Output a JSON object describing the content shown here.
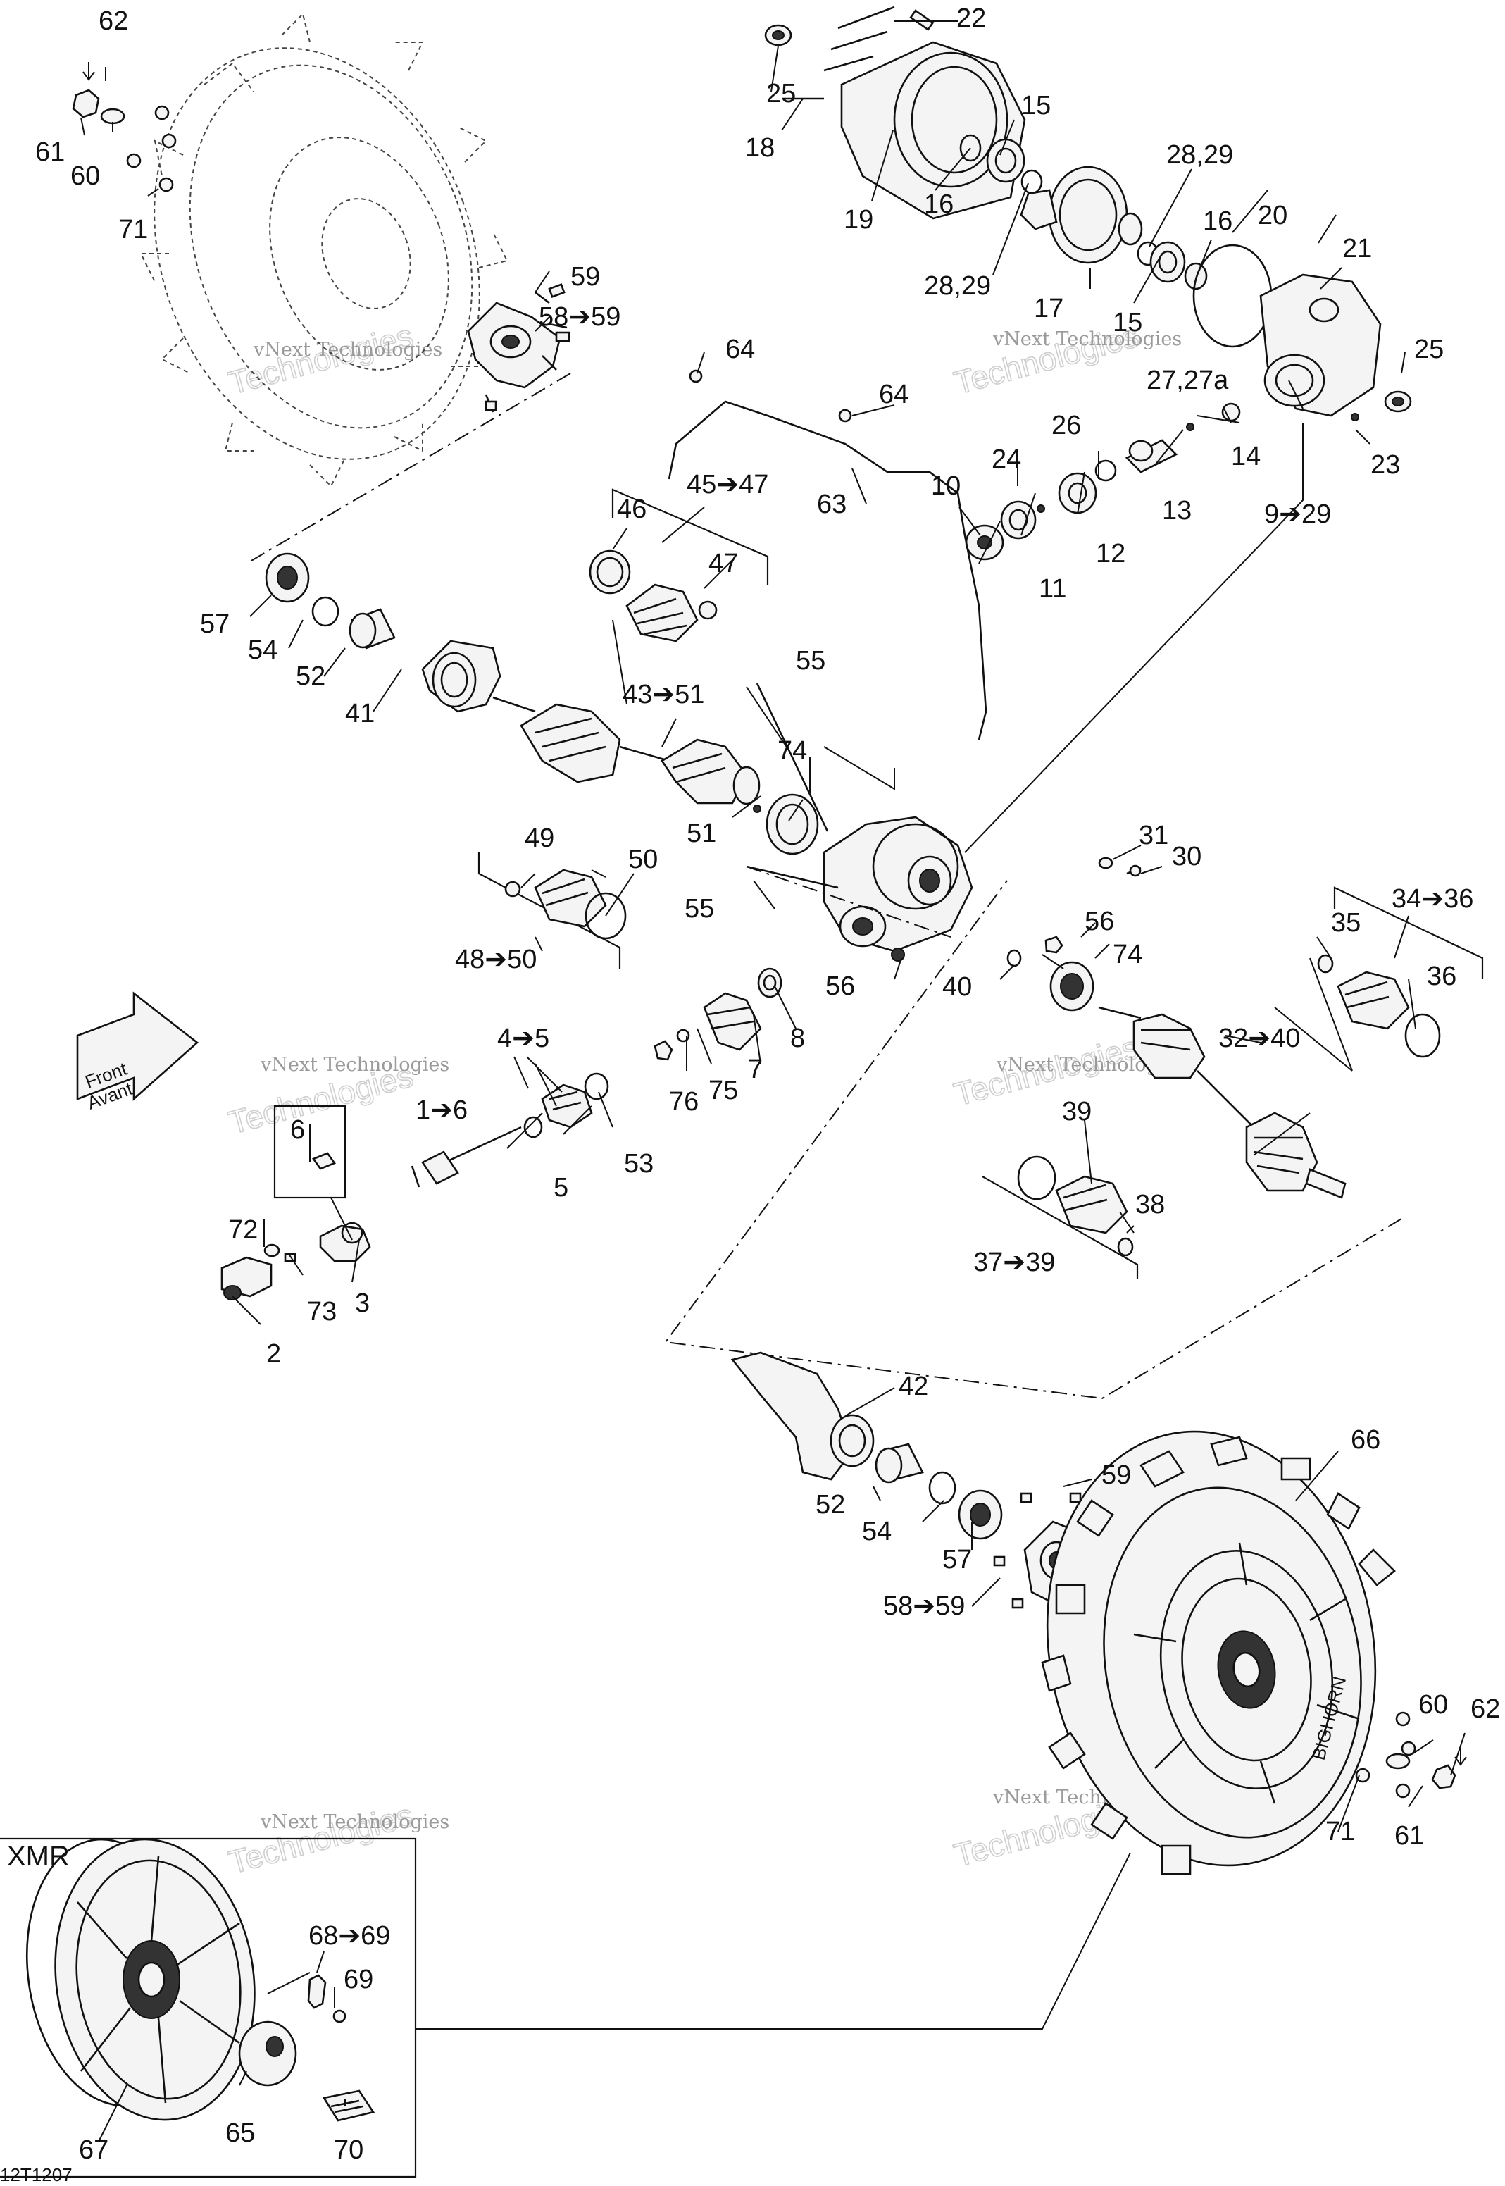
{
  "labels": {
    "l62a": "62",
    "l61a": "61",
    "l60a": "60",
    "l71a": "71",
    "l59a": "59",
    "l58a": "58➔59",
    "l22": "22",
    "l25a": "25",
    "l18": "18",
    "l15a": "15",
    "l16a": "16",
    "l19": "19",
    "l2829a": "28,29",
    "l2829b": "28,29",
    "l17": "17",
    "l15b": "15",
    "l16b": "16",
    "l20": "20",
    "l21": "21",
    "l25b": "25",
    "l2727a": "27,27a",
    "l14": "14",
    "l23": "23",
    "l929": "9➔29",
    "l64a": "64",
    "l64b": "64",
    "l63": "63",
    "l10": "10",
    "l24": "24",
    "l26": "26",
    "l13": "13",
    "l11": "11",
    "l12": "12",
    "l46": "46",
    "l4547": "45➔47",
    "l47": "47",
    "l57a": "57",
    "l54a": "54",
    "l52a": "52",
    "l41": "41",
    "l55a": "55",
    "l4351": "43➔51",
    "l74a": "74",
    "l51": "51",
    "l49": "49",
    "l50": "50",
    "l4850": "48➔50",
    "l55b": "55",
    "l31": "31",
    "l30": "30",
    "l56a": "56",
    "l56b": "56",
    "l74b": "74",
    "l40": "40",
    "l3436": "34➔36",
    "l35": "35",
    "l36": "36",
    "l3240": "32➔40",
    "l39": "39",
    "l38": "38",
    "l3739": "37➔39",
    "l45": "4➔5",
    "l16": "1➔6",
    "l5": "5",
    "l53": "53",
    "l76": "76",
    "l75": "75",
    "l7": "7",
    "l8": "8",
    "l6": "6",
    "l72": "72",
    "l73": "73",
    "l3": "3",
    "l2": "2",
    "l42": "42",
    "l59b": "59",
    "l52b": "52",
    "l54b": "54",
    "l57b": "57",
    "l58b": "58➔59",
    "l66": "66",
    "l60b": "60",
    "l62b": "62",
    "l71b": "71",
    "l61b": "61",
    "l6869": "68➔69",
    "l69": "69",
    "l67": "67",
    "l65": "65",
    "l70": "70"
  },
  "front_arrow": {
    "line1": "Front",
    "line2": "Avant"
  },
  "xmr_label": "XMR",
  "drawing_code": "12T1207",
  "watermark": {
    "small": "vNext Technologies",
    "big": "Technologies"
  },
  "wheel_text": "BIGHORN"
}
